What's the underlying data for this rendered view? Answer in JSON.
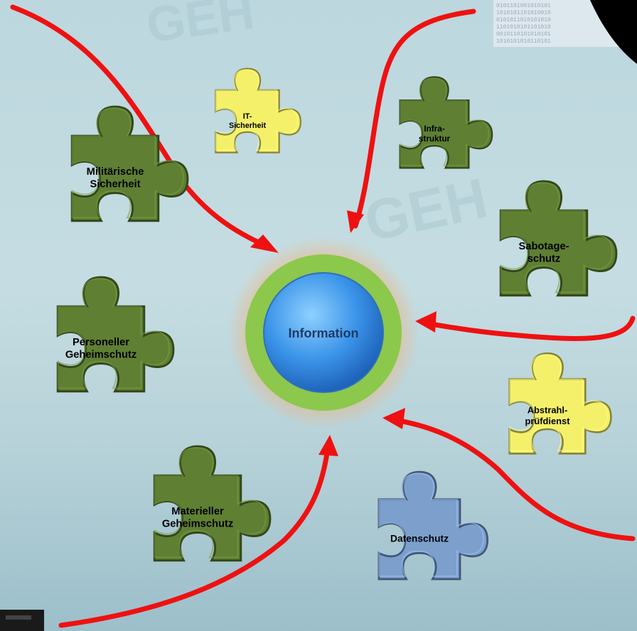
{
  "center": {
    "label": "Information"
  },
  "pieces": [
    {
      "id": "it-sicherheit",
      "lines": [
        "IT-",
        "Sicherheit"
      ],
      "color": "#f4f06a"
    },
    {
      "id": "militaerische-sicherheit",
      "lines": [
        "Militärische",
        "Sicherheit"
      ],
      "color": "#5f7f33"
    },
    {
      "id": "infrastruktur",
      "lines": [
        "Infra-",
        "struktur"
      ],
      "color": "#5f7f33"
    },
    {
      "id": "sabotageschutz",
      "lines": [
        "Sabotage-",
        "schutz"
      ],
      "color": "#5f7f33"
    },
    {
      "id": "personeller-geheimschutz",
      "lines": [
        "Personeller",
        "Geheimschutz"
      ],
      "color": "#5f7f33"
    },
    {
      "id": "abstrahlpruefdienst",
      "lines": [
        "Abstrahl-",
        "prüfdienst"
      ],
      "color": "#f4f06a"
    },
    {
      "id": "materieller-geheimschutz",
      "lines": [
        "Materieller",
        "Geheimschutz"
      ],
      "color": "#5f7f33"
    },
    {
      "id": "datenschutz",
      "lines": [
        "Datenschutz"
      ],
      "color": "#7c9fcc"
    }
  ],
  "colors": {
    "arrow": "#ee1111",
    "ring": "#8cc84b",
    "halo": "#f0b27a",
    "sphere": "#3a93e8"
  }
}
